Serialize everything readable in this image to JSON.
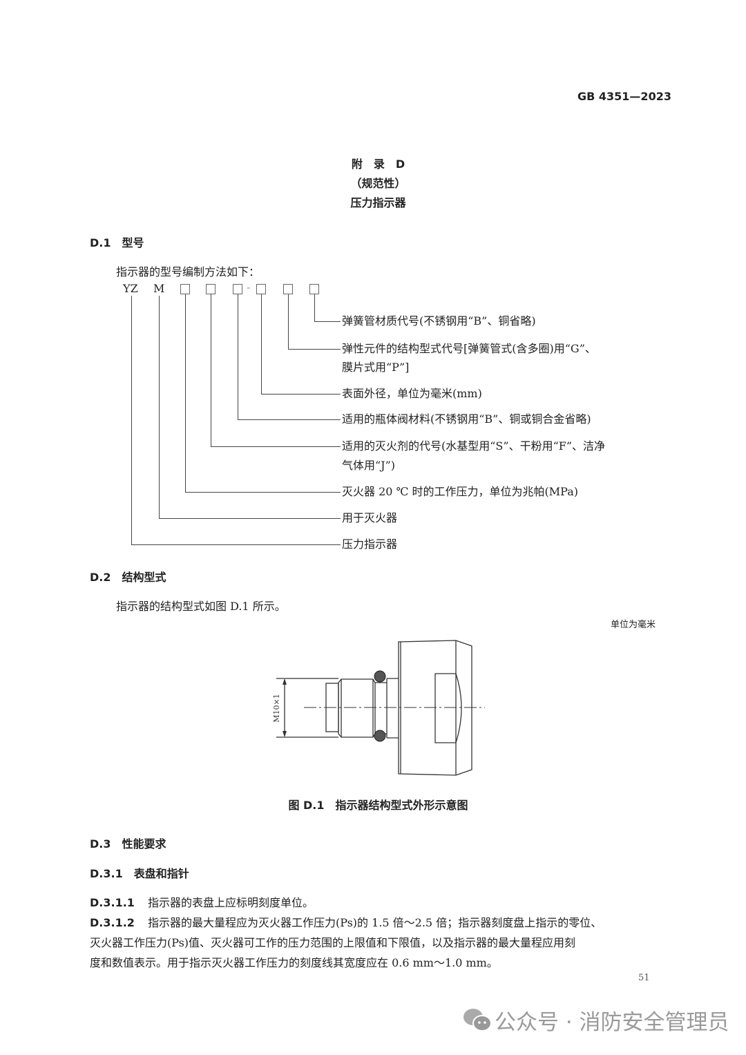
{
  "header": {
    "standard_no": "GB 4351—2023"
  },
  "appendix": {
    "title": "附　录　D",
    "nature": "（规范性）",
    "name": "压力指示器"
  },
  "d1": {
    "heading": "D.1　型号",
    "intro": "指示器的型号编制方法如下：",
    "code": {
      "yz": "YZ",
      "m": "M",
      "dash": "-"
    },
    "labels": [
      "弹簧管材质代号(不锈钢用“B”、铜省略)",
      "弹性元件的结构型式代号[弹簧管式(含多圈)用“G”、",
      "膜片式用“P”]",
      "表面外径，单位为毫米(mm)",
      "适用的瓶体阀材料(不锈钢用“B”、铜或铜合金省略)",
      "适用的灭火剂的代号(水基型用“S”、干粉用“F”、洁净",
      "气体用“J”)",
      "灭火器 20 ℃ 时的工作压力，单位为兆帕(MPa)",
      "用于灭火器",
      "压力指示器"
    ]
  },
  "d2": {
    "heading": "D.2　结构型式",
    "text": "指示器的结构型式如图 D.1 所示。",
    "unit": "单位为毫米",
    "dim_label": "M10×1",
    "figure_caption": "图 D.1　指示器结构型式外形示意图"
  },
  "d3": {
    "heading": "D.3　性能要求",
    "sub1": "D.3.1　表盘和指针",
    "p1_no": "D.3.1.1",
    "p1": "指示器的表盘上应标明刻度单位。",
    "p2_no": "D.3.1.2",
    "p2_l1": "指示器的最大量程应为灭火器工作压力(Ps)的 1.5 倍～2.5 倍；指示器刻度盘上指示的零位、",
    "p2_l2": "灭火器工作压力(Ps)值、灭火器可工作的压力范围的上限值和下限值，以及指示器的最大量程应用刻",
    "p2_l3": "度和数值表示。用于指示灭火器工作压力的刻度线其宽度应在 0.6 mm～1.0 mm。"
  },
  "footer": {
    "page_number": "51",
    "watermark": "公众号 · 消防安全管理员"
  }
}
